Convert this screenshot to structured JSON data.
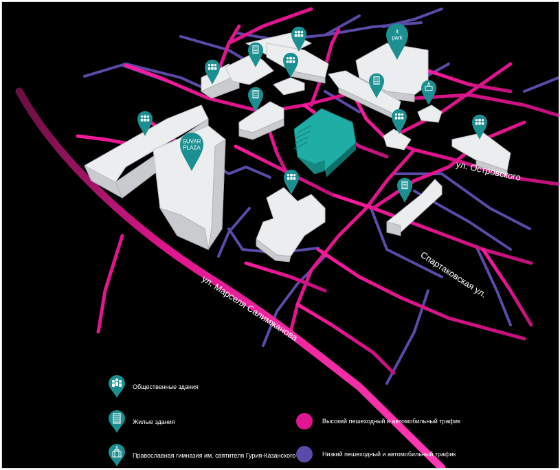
{
  "colors": {
    "high_traffic": "#e0168f",
    "low_traffic": "#5b4aa8",
    "pin": "#1c8f91",
    "highlight_building": "#1faea6",
    "background": "#000000"
  },
  "map": {
    "pins": {
      "it_park": "it park",
      "suvar_plaza": "SUVAR PLAZA"
    },
    "streets": {
      "salimzhanova": "ул. Марселя Салимжанова",
      "ostrovskogo": "ул. Островского",
      "spartakovskaya": "Спартаковская ул."
    }
  },
  "legend": {
    "public_buildings": {
      "label": "Общественные здания",
      "icon": "people-pin-icon"
    },
    "residential": {
      "label": "Жилые здания",
      "icon": "apartment-pin-icon"
    },
    "gymnasium": {
      "label": "Православная гимназия им. святителя Гурия-Казанского",
      "icon": "church-pin-icon"
    },
    "high_traffic": {
      "label": "Высокий пешеходный и автомобильный трафик"
    },
    "low_traffic": {
      "label": "Низкий пешеходный и автомобильный трафик"
    }
  }
}
